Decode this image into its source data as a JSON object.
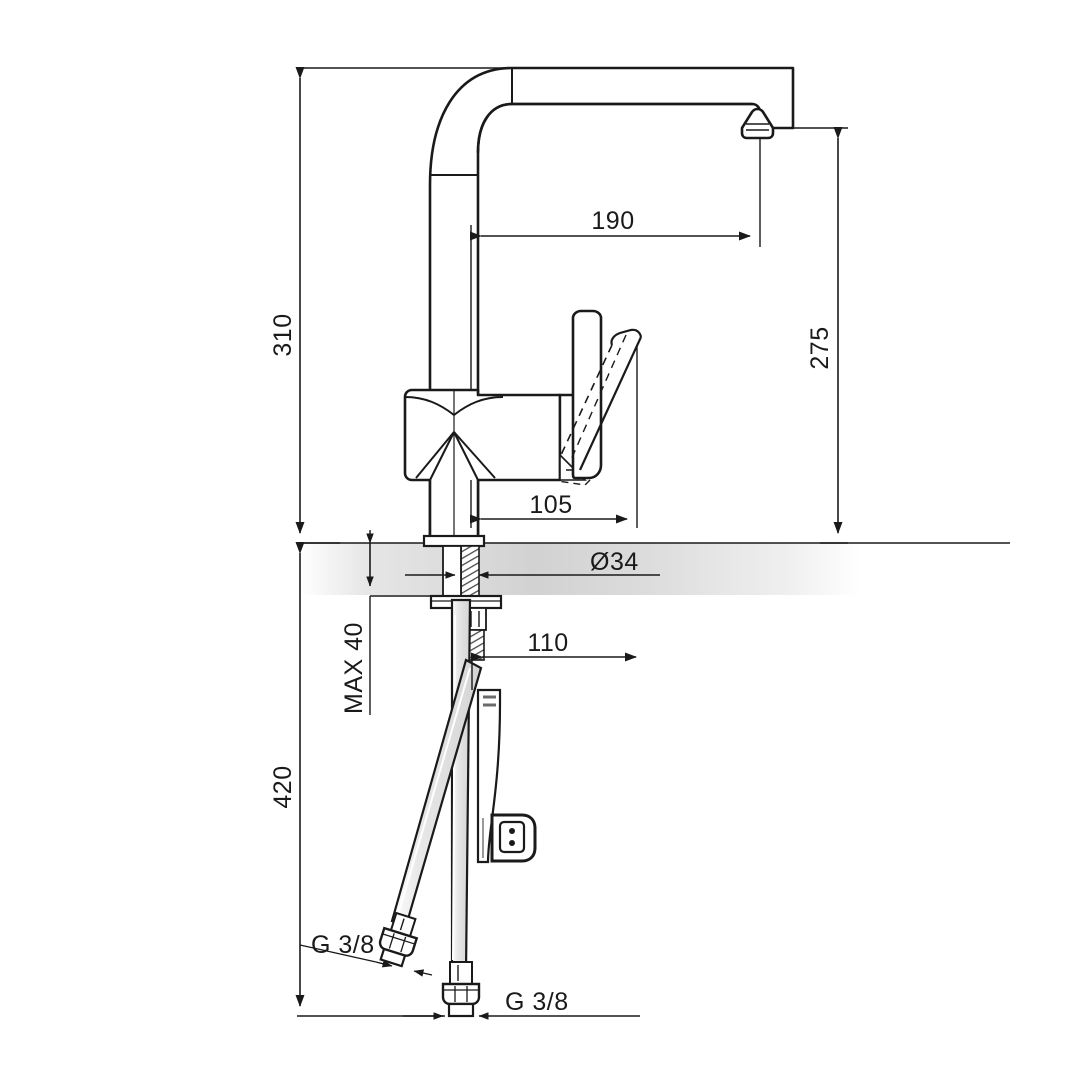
{
  "drawing": {
    "type": "technical-dimension-drawing",
    "subject": "single-lever kitchen mixer tap with high swivel spout",
    "units": "mm",
    "background_color": "#ffffff",
    "line_color": "#1a1a1a",
    "fill_color": "#ffffff",
    "hose_fill_color": "#e2e2e2",
    "thread_fill_color": "#5a5a5a",
    "counter_band_color": "#d9d9d9"
  },
  "dimensions": {
    "total_height": "310",
    "spout_reach": "190",
    "spout_outlet_height": "275",
    "handle_clearance": "105",
    "mounting_hole_diameter": "Ø34",
    "max_counter_thickness": "MAX 40",
    "hose_length_below": "420",
    "hose_offset": "110",
    "inlet_thread_left": "G 3/8",
    "inlet_thread_right": "G 3/8"
  },
  "labels": [
    {
      "id": "dim-310",
      "text": "310",
      "orientation": "vertical"
    },
    {
      "id": "dim-190",
      "text": "190",
      "orientation": "horizontal"
    },
    {
      "id": "dim-275",
      "text": "275",
      "orientation": "vertical"
    },
    {
      "id": "dim-105",
      "text": "105",
      "orientation": "horizontal"
    },
    {
      "id": "dim-d34",
      "text": "Ø34",
      "orientation": "horizontal"
    },
    {
      "id": "dim-max40",
      "text": "MAX 40",
      "orientation": "vertical"
    },
    {
      "id": "dim-110",
      "text": "110",
      "orientation": "horizontal"
    },
    {
      "id": "dim-420",
      "text": "420",
      "orientation": "vertical"
    },
    {
      "id": "dim-g38-left",
      "text": "G 3/8",
      "orientation": "horizontal"
    },
    {
      "id": "dim-g38-bottom",
      "text": "G 3/8",
      "orientation": "horizontal"
    }
  ]
}
